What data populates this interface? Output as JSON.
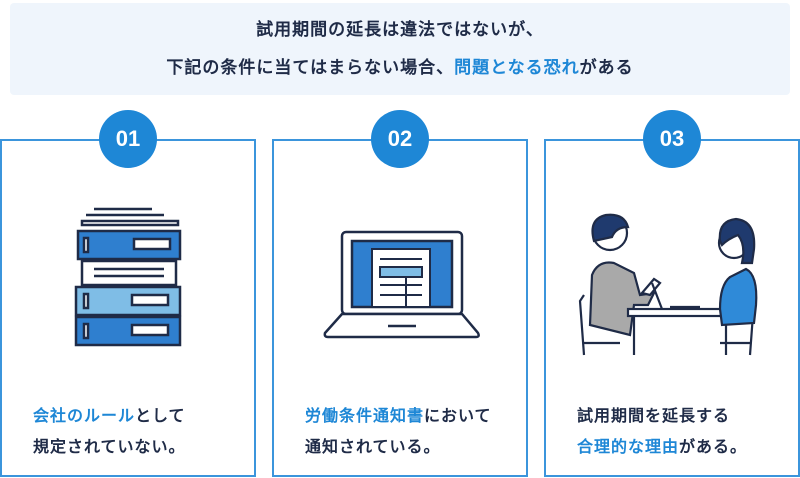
{
  "banner": {
    "line1": "試用期間の延長は違法ではないが、",
    "line2_pre": "下記の条件に当てはまらない場合、",
    "line2_hl": "問題となる恐れ",
    "line2_post": "がある"
  },
  "cards": [
    {
      "number": "01",
      "hl": "会社のルール",
      "rest1": "として",
      "line2": "規定されていない。"
    },
    {
      "number": "02",
      "hl": "労働条件通知書",
      "rest1": "において",
      "line2": "通知されている。"
    },
    {
      "number": "03",
      "line1": "試用期間を延長する",
      "hl": "合理的な理由",
      "rest2": "がある。"
    }
  ],
  "colors": {
    "accent": "#1e87d6",
    "text": "#1f2b47",
    "banner_bg": "#eff5fc"
  }
}
